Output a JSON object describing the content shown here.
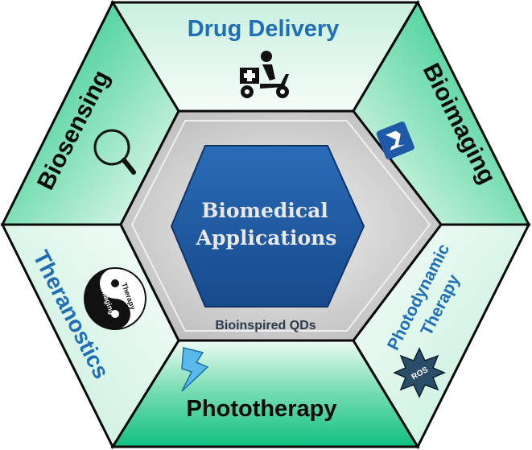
{
  "center": {
    "title_line1": "Biomedical",
    "title_line2": "Applications",
    "subtitle": "Bioinspired QDs"
  },
  "segments": [
    {
      "id": "drug-delivery",
      "label": "Drug Delivery",
      "color": "#1e6fb8"
    },
    {
      "id": "bioimaging",
      "label": "Bioimaging",
      "color": "#0a0a0a"
    },
    {
      "id": "photodynamic",
      "label_line1": "Photodynamic",
      "label_line2": "Therapy",
      "color": "#1e6fb8"
    },
    {
      "id": "phototherapy",
      "label": "Phototherapy",
      "color": "#0a0a0a"
    },
    {
      "id": "theranostics",
      "label": "Theranostics",
      "color": "#1e6fb8"
    },
    {
      "id": "biosensing",
      "label": "Biosensing",
      "color": "#0a0a0a"
    }
  ],
  "icons": {
    "yinyang_left": "Imaging",
    "yinyang_right": "Therapy",
    "ros": "ROS"
  },
  "colors": {
    "green": "#1fc98a",
    "pale": "#eaf8f1",
    "center_gray": "#d4d4d4",
    "center_blue": "#1e5aa0",
    "border": "#0a0a0a"
  }
}
